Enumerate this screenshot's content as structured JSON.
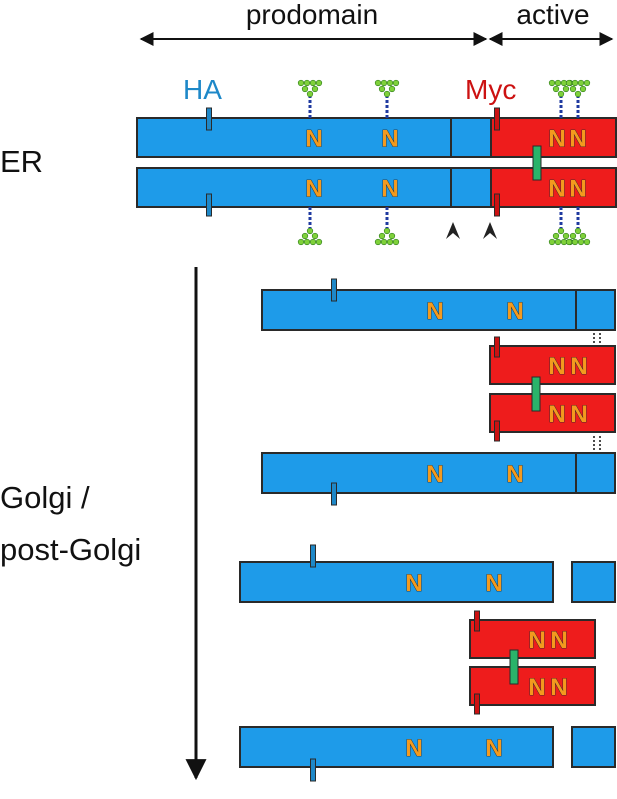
{
  "regions": {
    "prodomain": "prodomain",
    "active": "active"
  },
  "tags": {
    "ha": "HA",
    "myc": "Myc"
  },
  "stages": {
    "er": "ER",
    "golgi_line1": "Golgi /",
    "golgi_line2": "post-Golgi"
  },
  "glycosite_letter": "N",
  "colors": {
    "prodomain": "#1e9be9",
    "active": "#ee1c1c",
    "ha_tag": "#1e88c8",
    "myc_tag": "#cc1111",
    "disulfide": "#2ab36a",
    "glycan_stem": "#1f3aa0",
    "glycan_node": "#7fd13a",
    "n_letter": "#f39a1e",
    "outline": "#2a2a2a"
  }
}
